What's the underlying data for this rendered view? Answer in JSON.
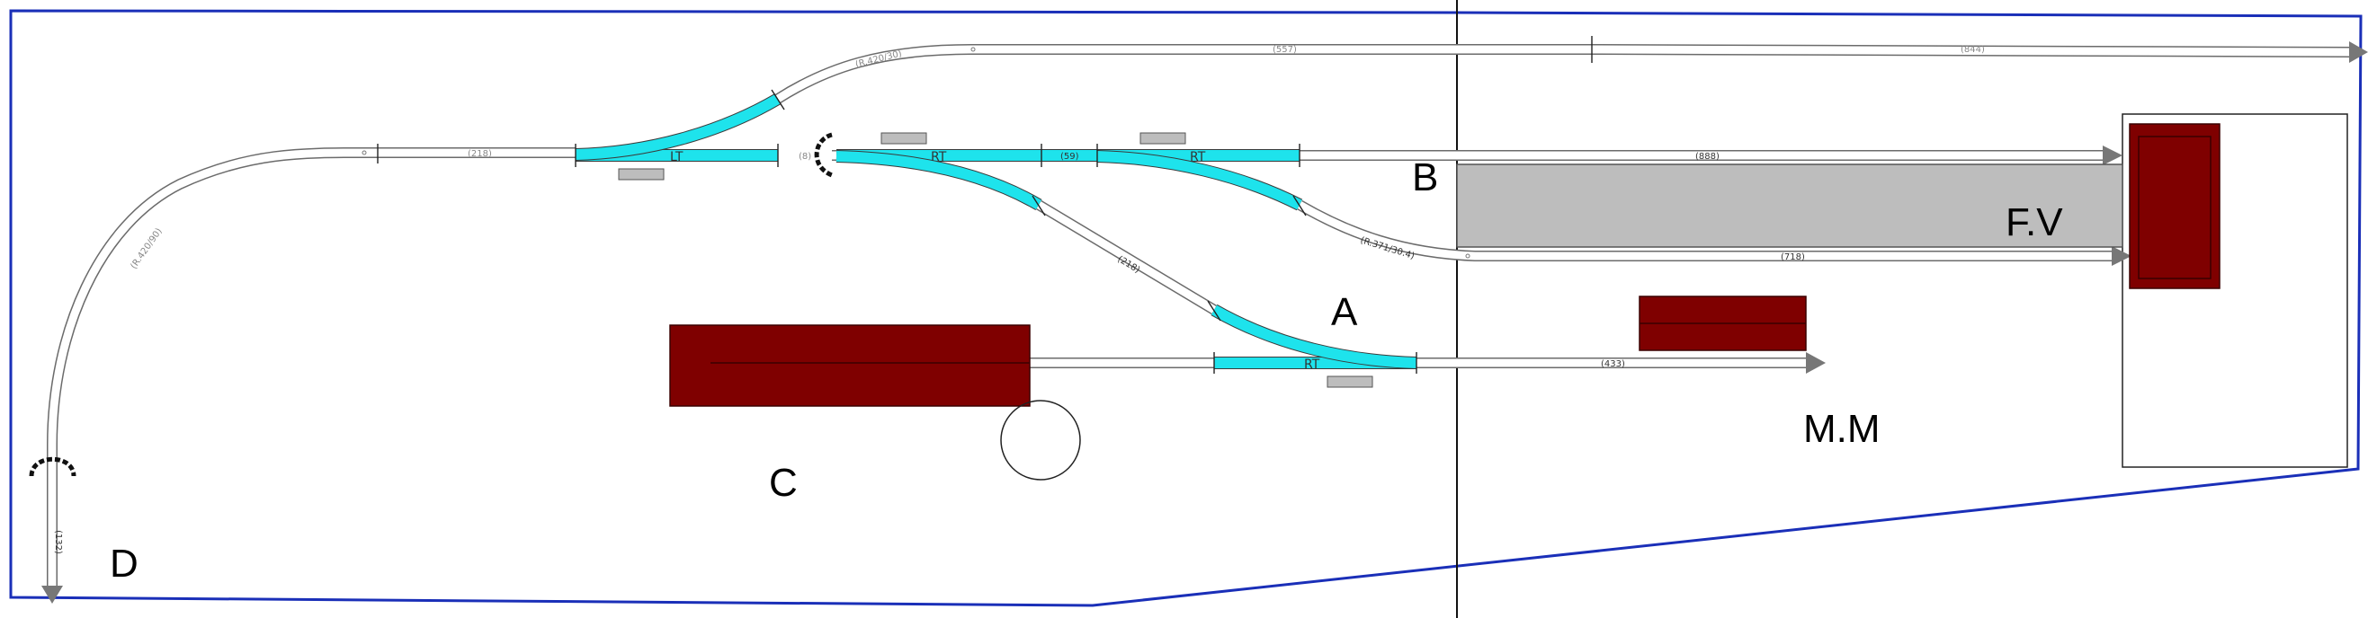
{
  "colors": {
    "board_outline": "#1a2fb8",
    "turnout": "#1ee3ec",
    "building": "#7f0000",
    "platform": "#bdbdbd",
    "track_edge": "#6b6b6b"
  },
  "zones": {
    "a": "A",
    "b": "B",
    "c": "C",
    "d": "D",
    "fv": "F.V",
    "mm": "M.M"
  },
  "turnouts": {
    "lt": "LT",
    "rt1": "RT",
    "rt2": "RT",
    "rt3": "RT"
  },
  "lengths": {
    "top_curve": "(R.420/30)",
    "top_main": "(557)",
    "top_right": "(844)",
    "left_straight": "(218)",
    "left_curve": "(R.420/90)",
    "small_gap": "(8)",
    "mid_short": "(59)",
    "siding_b": "(888)",
    "diagonal": "(218)",
    "fv_curve": "(R.371/30.4)",
    "fv_lower": "(718)",
    "mm_siding": "(433)",
    "d_stub": "(132)"
  },
  "icons": {
    "bumper_top": "track-bumper-icon",
    "bumper_d": "track-bumper-icon",
    "arrow": "track-end-arrow-icon"
  }
}
